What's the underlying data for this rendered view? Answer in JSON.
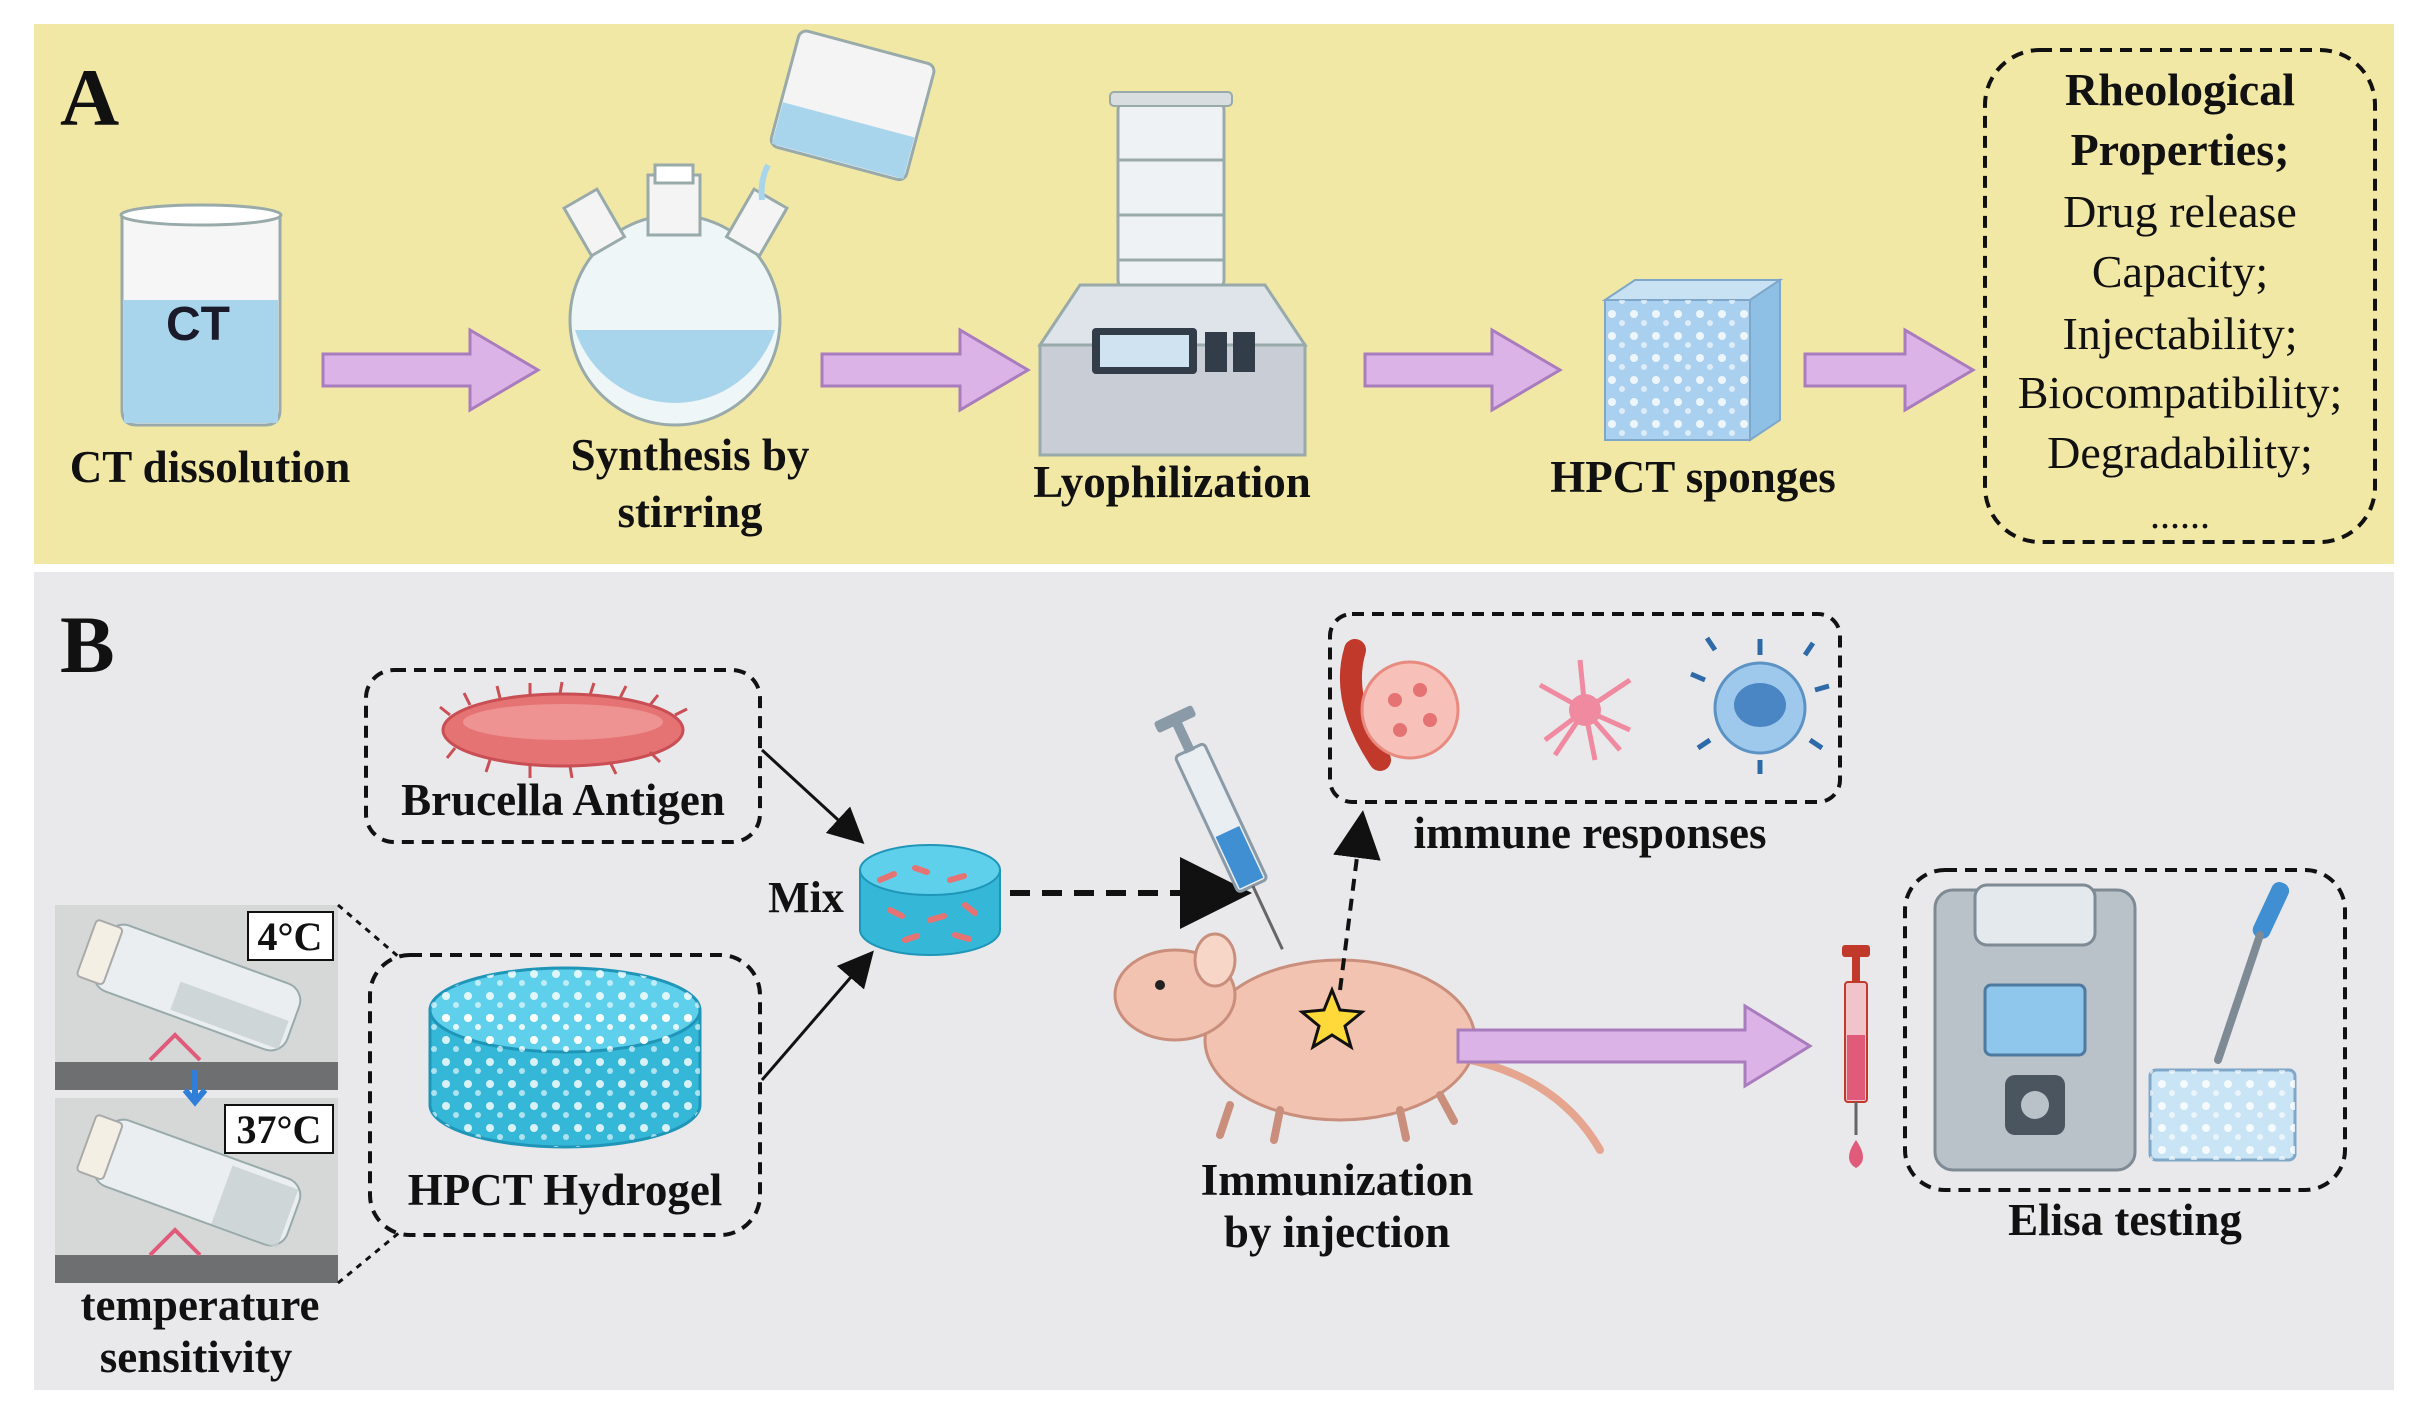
{
  "panel_a": {
    "letter": "A",
    "beaker_label": "CT",
    "step1": "CT dissolution",
    "step2_line1": "Synthesis by",
    "step2_line2": "stirring",
    "step3": "Lyophilization",
    "step4": "HPCT sponges",
    "properties": [
      "Rheological",
      "Properties;",
      "Drug release",
      "Capacity;",
      "Injectability;",
      "Biocompatibility;",
      "Degradability;",
      "......"
    ]
  },
  "panel_b": {
    "letter": "B",
    "antigen": "Brucella Antigen",
    "hydrogel": "HPCT Hydrogel",
    "mix": "Mix",
    "temp_cold": "4°C",
    "temp_warm": "37°C",
    "temp_line1": "temperature",
    "temp_line2": "sensitivity",
    "immune": "immune responses",
    "immunization_line1": "Immunization",
    "immunization_line2": "by injection",
    "elisa": "Elisa testing"
  },
  "colors": {
    "panel_a_bg": "#f2e8a6",
    "panel_b_bg": "#e9e9eb",
    "arrow_fill": "#dcb3e6",
    "arrow_stroke": "#a97cbd",
    "hydrogel_blue": "#47c8e6",
    "liquid_blue": "#a9d5ec"
  }
}
